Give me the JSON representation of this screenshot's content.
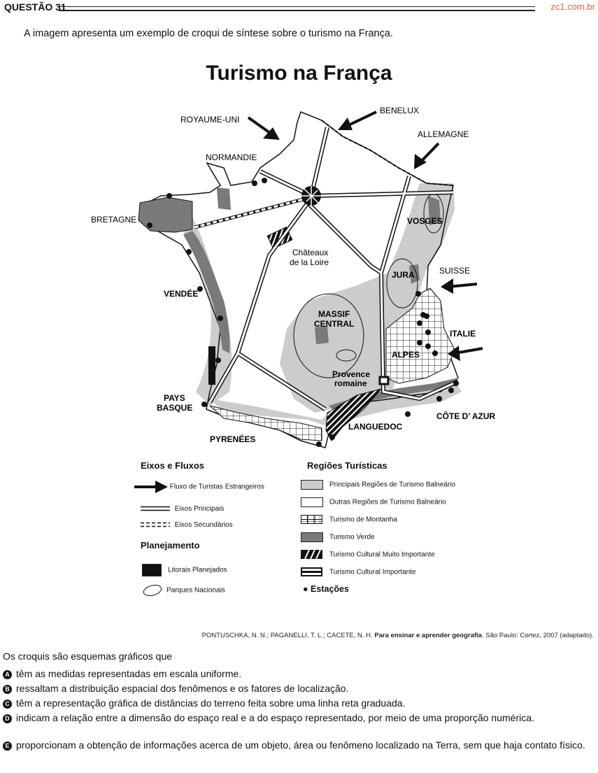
{
  "header": {
    "question": "QUESTÃO 31",
    "site": "zc1.com.br"
  },
  "intro": "A imagem apresenta um exemplo de croqui de síntese sobre o turismo na França.",
  "map": {
    "title": "Turismo na França",
    "labels": {
      "royaume_uni": "ROYAUME-UNI",
      "benelux": "BENELUX",
      "allemagne": "ALLEMAGNE",
      "normandie": "NORMANDIE",
      "bretagne": "BRETAGNE",
      "vosges": "VOSGES",
      "chateaux_1": "Châteaux",
      "chateaux_2": "de la Loire",
      "suisse": "SUISSE",
      "jura": "JURA",
      "vendee": "VENDÉE",
      "massif_1": "MASSIF",
      "massif_2": "CENTRAL",
      "italie": "ITALIE",
      "alpes": "ALPES",
      "provence_1": "Provence",
      "provence_2": "romaine",
      "pays_1": "PAYS",
      "pays_2": "BASQUE",
      "cote": "CÔTE D’ AZUR",
      "languedoc": "LANGUEDOC",
      "pyrenees": "PYRENÉES"
    }
  },
  "legend": {
    "eixos_heading": "Eixos e Fluxos",
    "fluxo": "Fluxo de Turistas Estrangeiros",
    "eixos_principais": "Eixos Principais",
    "eixos_secundarios": "Eixos Secundários",
    "planejamento_heading": "Planejamento",
    "litorais": "Litorais Planejados",
    "parques": "Parques Nacionais",
    "regioes_heading": "Regiões Turísticas",
    "balneario_principal": "Principais Regiões de Turismo Balneário",
    "balneario_outras": "Outras Regiões de Turismo Balneário",
    "montanha": "Turismo de Montanha",
    "verde": "Turismo Verde",
    "cultural_muito": "Turismo Cultural Muito Importante",
    "cultural": "Turismo Cultural Importante",
    "estacoes": "Estações",
    "colors": {
      "light_gray": "#cccccc",
      "dark_gray": "#7a7a7a",
      "black": "#111111"
    }
  },
  "citation": {
    "authors": "PONTUSCHKA, N. N.; PAGANELLI, T. L.; CACETE, N. H.",
    "book": "Para ensinar e aprender geografia",
    "publisher": ". São Paulo: Cortez, 2007 (adaptado)."
  },
  "question": {
    "stem": "Os croquis são esquemas gráficos que",
    "options": [
      {
        "letter": "A",
        "text": "têm as medidas representadas em escala uniforme."
      },
      {
        "letter": "B",
        "text": "ressaltam a distribuição espacial dos fenômenos e os fatores de localização."
      },
      {
        "letter": "C",
        "text": "têm a representação gráfica de distâncias do terreno feita sobre uma linha reta graduada."
      },
      {
        "letter": "D",
        "text": "indicam a relação entre a dimensão do espaço real e a do espaço representado, por meio de uma proporção numérica."
      },
      {
        "letter": "E",
        "text": "proporcionam a obtenção de informações acerca de um objeto, área ou fenômeno localizado na Terra, sem que haja contato físico."
      }
    ]
  }
}
